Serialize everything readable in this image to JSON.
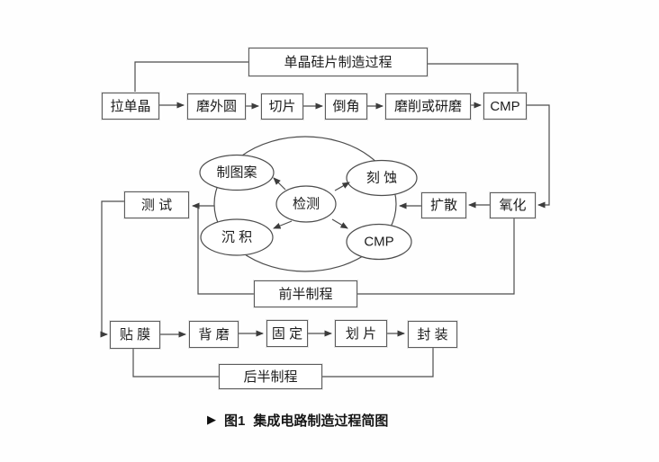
{
  "figure": {
    "caption_marker": "▶",
    "caption_label": "图1",
    "caption_text": "集成电路制造过程简图"
  },
  "diagram": {
    "title": "单晶硅片制造过程",
    "wafer_process_row": [
      "拉单晶",
      "磨外圆",
      "切片",
      "倒角",
      "磨削或研磨",
      "CMP"
    ],
    "mid_row": {
      "test": "测 试",
      "diffusion": "扩散",
      "oxidation": "氧化"
    },
    "cycle": {
      "center": "检测",
      "pattern": "制图案",
      "etch": "刻 蚀",
      "deposit": "沉 积",
      "cmp": "CMP"
    },
    "front_half_label": "前半制程",
    "assembly_row": [
      "贴 膜",
      "背 磨",
      "固 定",
      "划 片",
      "封 装"
    ],
    "back_half_label": "后半制程"
  },
  "colors": {
    "line": "#4d4d4d",
    "arrow": "#3c3c3c",
    "box_border": "#5c5c5c",
    "text": "#1c1c1c",
    "background": "#fefefe"
  }
}
